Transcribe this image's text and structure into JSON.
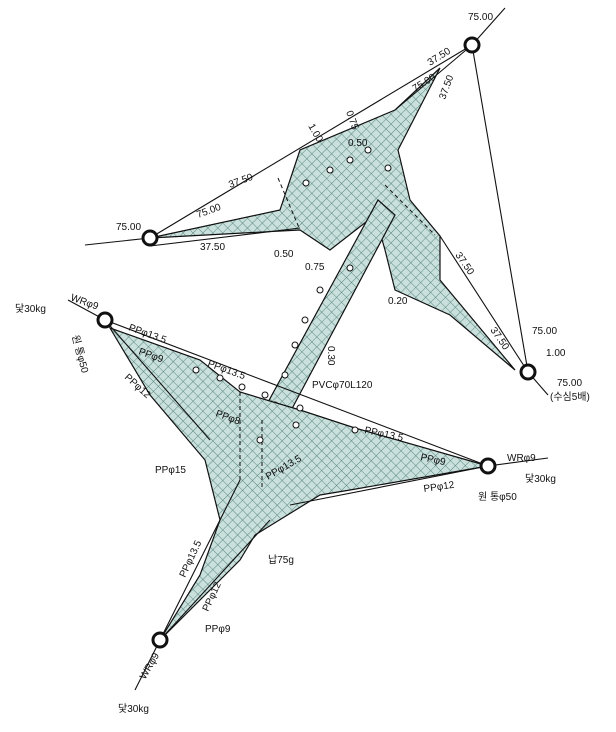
{
  "diagram": {
    "colors": {
      "net_fill": "#c9e0dc",
      "net_hatch": "#4f7d77",
      "line": "#111111"
    },
    "upper_net": {
      "frame_top_right": "75.00",
      "seg_top_a": "37.50",
      "seg_top_b": "75.00",
      "seg_top_c": "37.50",
      "dim_075_top": "0.75",
      "dim_100": "1.00",
      "dim_050_top": "0.50",
      "left_upper_37": "37.50",
      "left_mid_75": "75.00",
      "left_end_75": "75.00",
      "left_lower_37": "37.50",
      "dim_050_bottom": "0.50",
      "dim_075_bottom": "0.75",
      "right_37": "37.50",
      "right_37_b": "37.50",
      "dim_020": "0.20",
      "dim_030": "0.30",
      "anchor_75": "75.00",
      "anchor_100": "1.00",
      "anchor_75_depth": "75.00",
      "anchor_note": "(수심5배)"
    },
    "lower_net": {
      "anchor_30_left": "닻30kg",
      "wr9_left": "WRφ9",
      "buoy_50_left": "원 통φ50",
      "pp135_a": "PPφ13.5",
      "pp9_a": "PPφ9",
      "pp12_a": "PPφ12",
      "pp135_b": "PPφ13.5",
      "pp8": "PPφ8",
      "pvc": "PVCφ70L120",
      "pp135_c": "PPφ13.5",
      "pp9_b": "PPφ9",
      "pp12_b": "PPφ12",
      "wr9_right": "WRφ9",
      "anchor_30_right": "닻30kg",
      "buoy_50_right": "원 통φ50",
      "pp15": "PPφ15",
      "pp135_d": "PPφ13.5",
      "sinker": "납75g",
      "pp135_e": "PPφ13.5",
      "pp12_c": "PPφ12",
      "pp9_c": "PPφ9",
      "wr9_bottom": "WRφ9",
      "anchor_30_bottom": "닻30kg"
    }
  }
}
